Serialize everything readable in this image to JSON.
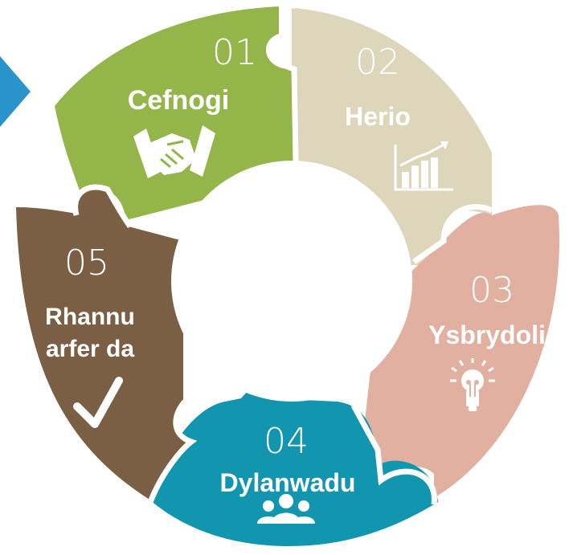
{
  "colors": {
    "segment_01": "#93b54a",
    "segment_02": "#ddd6bb",
    "segment_03": "#e1b0a1",
    "segment_04": "#1296b0",
    "segment_05": "#7b5f45",
    "arrow": "#2a93c9"
  },
  "segments": [
    {
      "number": "01",
      "label": "Cefnogi",
      "icon": "handshake-icon"
    },
    {
      "number": "02",
      "label": "Herio",
      "icon": "bar-chart-growth-icon"
    },
    {
      "number": "03",
      "label": "Ysbrydoli",
      "icon": "lightbulb-icon"
    },
    {
      "number": "04",
      "label": "Dylanwadu",
      "icon": "people-group-icon"
    },
    {
      "number": "05",
      "label_line1": "Rhannu",
      "label_line2": "arfer da",
      "icon": "checkmark-icon"
    }
  ]
}
